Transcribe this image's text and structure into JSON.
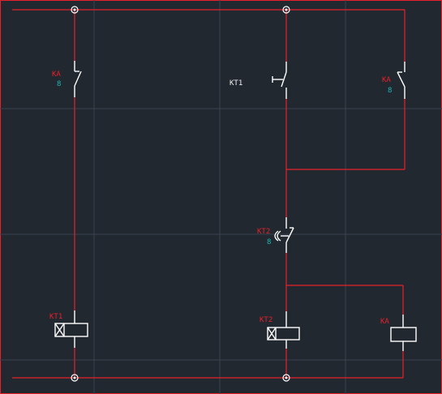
{
  "colors": {
    "background": "#212830",
    "grid": "#39434f",
    "wire": "#e8202a",
    "device": "#ffffff",
    "tag": "#1fb5b5"
  },
  "labels": {
    "ka_contact_left": "KA",
    "ka_contact_left_tag": "8",
    "kt1_contact": "KT1",
    "ka_contact_right": "KA",
    "ka_contact_right_tag": "8",
    "kt2_contact": "KT2",
    "kt2_contact_tag": "8",
    "kt1_coil": "KT1",
    "kt2_coil": "KT2",
    "ka_coil": "KA"
  },
  "icons": {
    "junction": "terminal-junction-icon",
    "no_contact": "normally-open-contact-icon",
    "timed_contact": "time-delay-contact-icon",
    "delay_coil": "time-delay-relay-coil-icon",
    "relay_coil": "relay-coil-icon"
  }
}
